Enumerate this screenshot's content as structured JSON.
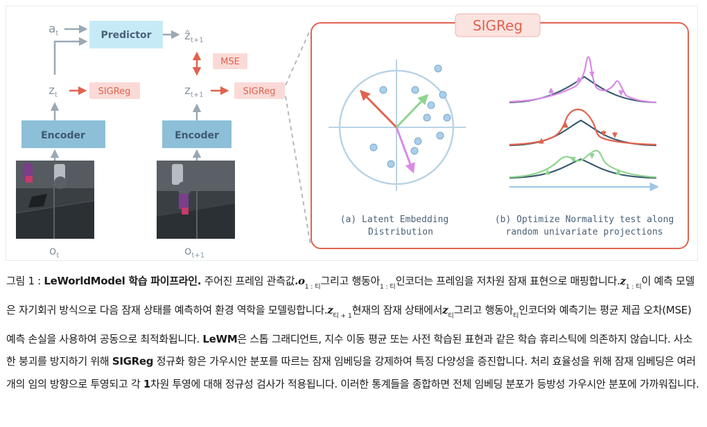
{
  "figure": {
    "left_labels": {
      "at_base": "a",
      "at_sub": "t",
      "zt_base": "z",
      "zt_sub": "t",
      "ot_base": "o",
      "ot_sub": "t"
    },
    "right_labels": {
      "zhat_base": "ẑ",
      "zhat_sub": "t+1",
      "zt1_base": "z",
      "zt1_sub": "t+1",
      "ot1_base": "o",
      "ot1_sub": "t+1"
    },
    "predictor_label": "Predictor",
    "mse_label": "MSE",
    "sigreg_small": "SIGReg",
    "encoder_label": "Encoder",
    "panel_title": "SIGReg",
    "sub_a_line1": "(a)  Latent Embedding",
    "sub_a_line2": "Distribution",
    "sub_b_line1": "(b) Optimize Normality test along",
    "sub_b_line2": "random univariate projections",
    "colors": {
      "predictor": "#c6ebf7",
      "encoder": "#8dbfd8",
      "sigreg_box": "#fadad7",
      "red": "#e0634f",
      "green": "#8fd48f",
      "purple": "#d88be6",
      "blue_dot": "#aacfea",
      "panel_border": "#e0634f"
    }
  },
  "caption": {
    "fig": "그림 1 : ",
    "title": "LeWorldModel 학습 파이프라인.",
    "t1": " 주어진 프레임 관측값",
    "o_sym": ".o",
    "o_sub": "1 : 티",
    "t2": "그리고 행동아",
    "a_sub": "1 : 티",
    "t3": "인코더는 프레임을 저차원 잠재 표현으로 매핑합니다.",
    "z_sym": "z",
    "z_sub": "1 : 티",
    "t4": "이 예측 모델은 자기회귀 방식으로 다음 잠재 상태를 예측하여 환경 역학을 모델링합니다.",
    "z2_sym": "z",
    "z2_sub": "티 + 1",
    "t5": "현재의 잠재 상태에서",
    "z3_sym": "z",
    "z3_sub": "티",
    "t6": "그리고 행동아",
    "a2_sub": "티",
    "t7": "인코더와 예측기는 평균 제곱 오차(MSE) 예측 손실을 사용하여 공동으로 최적화됩니다. ",
    "lewm": "LeWM",
    "t8": "은 스톱 그래디언트, 지수 이동 평균 또는 사전 학습된 표현과 같은 학습 휴리스틱에 의존하지 않습니다. 사소한 붕괴를 방지하기 위해 ",
    "sigreg": "SIGReg",
    "t9": " 정규화 항은 가우시안 분포를 따르는 잠재 임베딩을 강제하여 특징 다양성을 증진합니다. 처리 효율성을 위해 잠재 임베딩은 여러 개의 임의 방향으로 투영되고 각 ",
    "one": "1",
    "t10": "차원 투영에 대해 정규성 검사가 적용됩니다. 이러한 통계들을 종합하면 전체 임베딩 분포가 등방성 가우시안 분포에 가까워집니다."
  }
}
